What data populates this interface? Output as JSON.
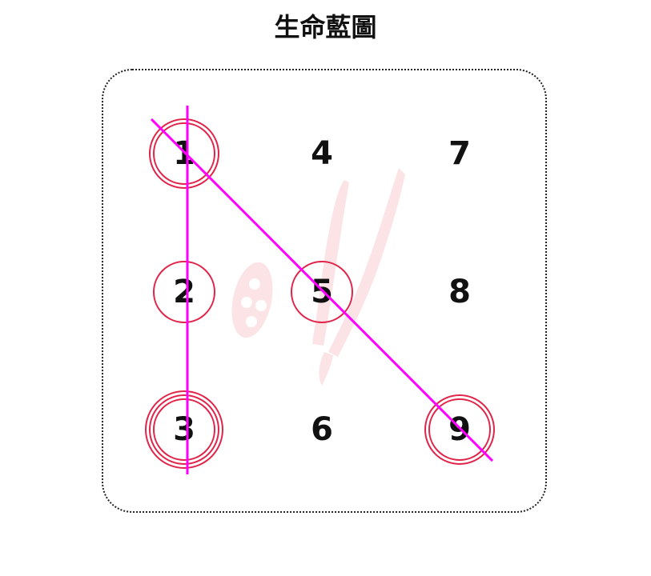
{
  "title": "生命藍圖",
  "colors": {
    "circle": "#e0244a",
    "line": "#ff00ff",
    "watermark": "#fbe3e6",
    "text": "#111111",
    "border": "#222222"
  },
  "grid": {
    "columns": [
      [
        "1",
        "2",
        "3"
      ],
      [
        "4",
        "5",
        "6"
      ],
      [
        "7",
        "8",
        "9"
      ]
    ],
    "circled": [
      {
        "number": "1",
        "rings": 2
      },
      {
        "number": "2",
        "rings": 1
      },
      {
        "number": "3",
        "rings": 3
      },
      {
        "number": "5",
        "rings": 1
      },
      {
        "number": "9",
        "rings": 2
      }
    ],
    "lines": [
      {
        "from": "1",
        "to": "3"
      },
      {
        "from": "1",
        "to": "9"
      }
    ]
  }
}
